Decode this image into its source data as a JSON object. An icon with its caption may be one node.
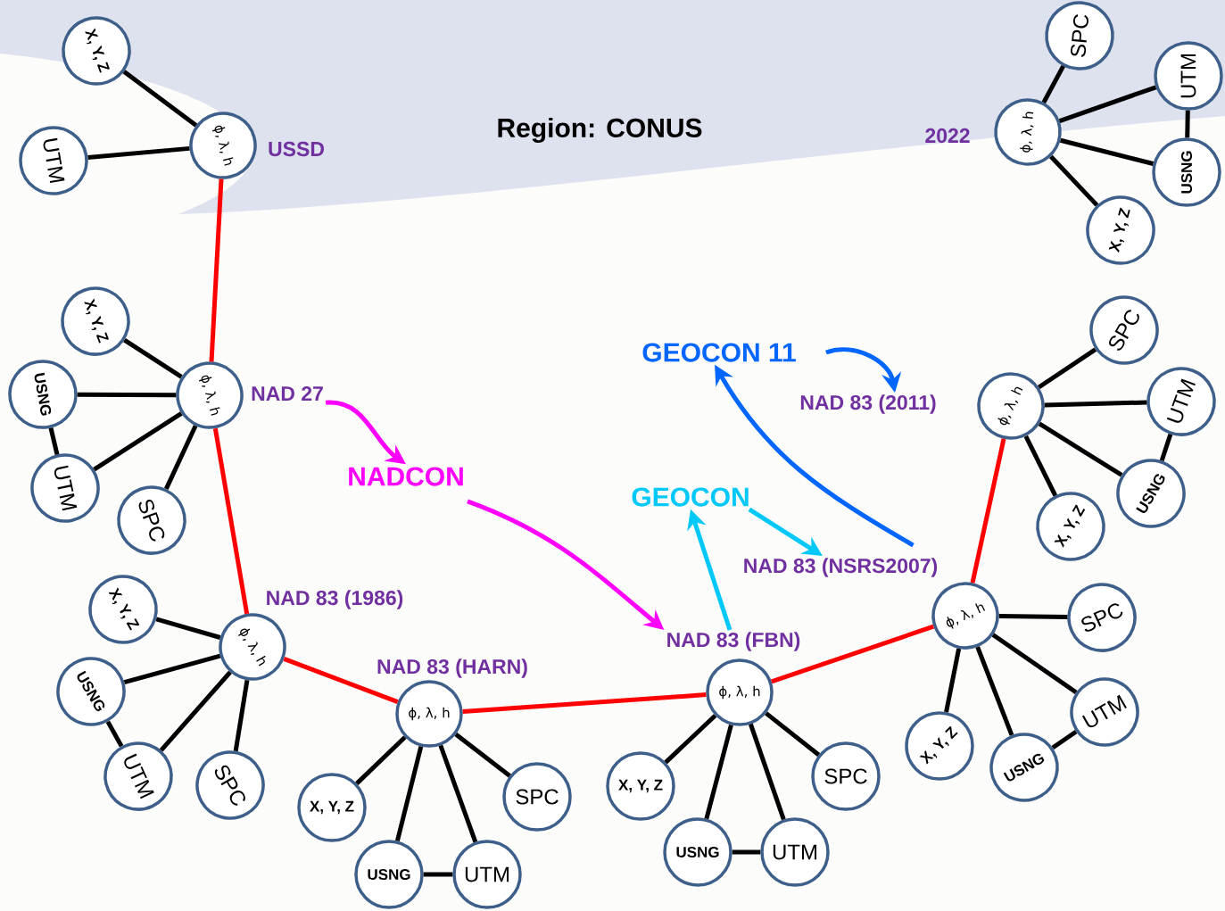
{
  "diagram": {
    "title": "Region:  CONUS",
    "nodes": [
      {
        "text": [
          "ϕ, λ, h"
        ]
      },
      {
        "text": [
          "X, Y, Z"
        ]
      },
      {
        "text": [
          "UTM"
        ]
      },
      {
        "text": [
          "USSD"
        ]
      },
      {
        "text": [
          "ϕ, λ, h"
        ]
      },
      {
        "text": [
          "X, Y, Z"
        ]
      },
      {
        "text": [
          "USNG"
        ]
      },
      {
        "text": [
          "UTM"
        ]
      },
      {
        "text": [
          "SPC"
        ]
      },
      {
        "text": [
          "NAD 27"
        ]
      },
      {
        "text": [
          "ϕ, λ, h"
        ]
      },
      {
        "text": [
          "X, Y, Z"
        ]
      },
      {
        "text": [
          "USNG"
        ]
      },
      {
        "text": [
          "UTM"
        ]
      },
      {
        "text": [
          "SPC"
        ]
      },
      {
        "text": [
          "NAD 83 (1986)"
        ]
      },
      {
        "text": [
          "ϕ, λ, h"
        ]
      },
      {
        "text": [
          "X, Y, Z"
        ]
      },
      {
        "text": [
          "USNG"
        ]
      },
      {
        "text": [
          "UTM"
        ]
      },
      {
        "text": [
          "SPC"
        ]
      },
      {
        "text": [
          "NAD 83 (HARN)"
        ]
      },
      {
        "text": [
          "ϕ, λ, h"
        ]
      },
      {
        "text": [
          "X, Y, Z"
        ]
      },
      {
        "text": [
          "USNG"
        ]
      },
      {
        "text": [
          "UTM"
        ]
      },
      {
        "text": [
          "SPC"
        ]
      },
      {
        "text": [
          "NAD 83 (FBN)"
        ]
      },
      {
        "text": [
          "ϕ, λ, h"
        ]
      },
      {
        "text": [
          "SPC"
        ]
      },
      {
        "text": [
          "UTM"
        ]
      },
      {
        "text": [
          "USNG"
        ]
      },
      {
        "text": [
          "X, Y, Z"
        ]
      },
      {
        "text": [
          "NAD 83 (NSRS2007)"
        ]
      },
      {
        "text": [
          "ϕ, λ, h"
        ]
      },
      {
        "text": [
          "SPC"
        ]
      },
      {
        "text": [
          "UTM"
        ]
      },
      {
        "text": [
          "USNG"
        ]
      },
      {
        "text": [
          "X, Y, Z"
        ]
      },
      {
        "text": [
          "NAD 83 (2011)"
        ]
      },
      {
        "text": [
          "ϕ, λ, h"
        ]
      },
      {
        "text": [
          "SPC"
        ]
      },
      {
        "text": [
          "UTM"
        ]
      },
      {
        "text": [
          "USNG"
        ]
      },
      {
        "text": [
          "X, Y, Z"
        ]
      },
      {
        "text": [
          "2022"
        ]
      },
      {
        "text": [
          "NADCON"
        ]
      },
      {
        "text": [
          "GEOCON"
        ]
      },
      {
        "text": [
          "GEOCON 11"
        ]
      }
    ],
    "edges": [
      {
        "from": 0,
        "to": 1,
        "arrow": "none"
      },
      {
        "from": 0,
        "to": 2,
        "arrow": "none"
      },
      {
        "from": 4,
        "to": 5,
        "arrow": "none"
      },
      {
        "from": 4,
        "to": 6,
        "arrow": "none"
      },
      {
        "from": 4,
        "to": 7,
        "arrow": "none"
      },
      {
        "from": 4,
        "to": 8,
        "arrow": "none"
      },
      {
        "from": 6,
        "to": 7,
        "arrow": "none"
      },
      {
        "from": 10,
        "to": 11,
        "arrow": "none"
      },
      {
        "from": 10,
        "to": 12,
        "arrow": "none"
      },
      {
        "from": 10,
        "to": 13,
        "arrow": "none"
      },
      {
        "from": 10,
        "to": 14,
        "arrow": "none"
      },
      {
        "from": 12,
        "to": 13,
        "arrow": "none"
      },
      {
        "from": 16,
        "to": 17,
        "arrow": "none"
      },
      {
        "from": 16,
        "to": 18,
        "arrow": "none"
      },
      {
        "from": 16,
        "to": 19,
        "arrow": "none"
      },
      {
        "from": 16,
        "to": 20,
        "arrow": "none"
      },
      {
        "from": 18,
        "to": 19,
        "arrow": "none"
      },
      {
        "from": 22,
        "to": 23,
        "arrow": "none"
      },
      {
        "from": 22,
        "to": 24,
        "arrow": "none"
      },
      {
        "from": 22,
        "to": 25,
        "arrow": "none"
      },
      {
        "from": 22,
        "to": 26,
        "arrow": "none"
      },
      {
        "from": 24,
        "to": 25,
        "arrow": "none"
      },
      {
        "from": 28,
        "to": 29,
        "arrow": "none"
      },
      {
        "from": 28,
        "to": 30,
        "arrow": "none"
      },
      {
        "from": 28,
        "to": 31,
        "arrow": "none"
      },
      {
        "from": 28,
        "to": 32,
        "arrow": "none"
      },
      {
        "from": 30,
        "to": 31,
        "arrow": "none"
      },
      {
        "from": 34,
        "to": 35,
        "arrow": "none"
      },
      {
        "from": 34,
        "to": 36,
        "arrow": "none"
      },
      {
        "from": 34,
        "to": 37,
        "arrow": "none"
      },
      {
        "from": 34,
        "to": 38,
        "arrow": "none"
      },
      {
        "from": 36,
        "to": 37,
        "arrow": "none"
      },
      {
        "from": 40,
        "to": 41,
        "arrow": "none"
      },
      {
        "from": 40,
        "to": 42,
        "arrow": "none"
      },
      {
        "from": 40,
        "to": 43,
        "arrow": "none"
      },
      {
        "from": 40,
        "to": 44,
        "arrow": "none"
      },
      {
        "from": 42,
        "to": 43,
        "arrow": "none"
      },
      {
        "from": 0,
        "to": 4,
        "arrow": "none",
        "color": "#ff0000"
      },
      {
        "from": 4,
        "to": 10,
        "arrow": "none",
        "color": "#ff0000"
      },
      {
        "from": 10,
        "to": 16,
        "arrow": "none",
        "color": "#ff0000"
      },
      {
        "from": 16,
        "to": 22,
        "arrow": "none",
        "color": "#ff0000"
      },
      {
        "from": 22,
        "to": 28,
        "arrow": "none",
        "color": "#ff0000"
      },
      {
        "from": 28,
        "to": 34,
        "arrow": "none",
        "color": "#ff0000"
      },
      {
        "from": 9,
        "to": 46,
        "arrow": "to",
        "color": "#ff00ff"
      },
      {
        "from": 46,
        "to": 27,
        "arrow": "to",
        "color": "#ff00ff"
      },
      {
        "from": 27,
        "to": 47,
        "arrow": "to",
        "color": "#00c8f8"
      },
      {
        "from": 47,
        "to": 33,
        "arrow": "to",
        "color": "#00c8f8"
      },
      {
        "from": 33,
        "to": 48,
        "arrow": "to",
        "color": "#0066ff"
      },
      {
        "from": 48,
        "to": 39,
        "arrow": "to",
        "color": "#0066ff"
      }
    ]
  }
}
